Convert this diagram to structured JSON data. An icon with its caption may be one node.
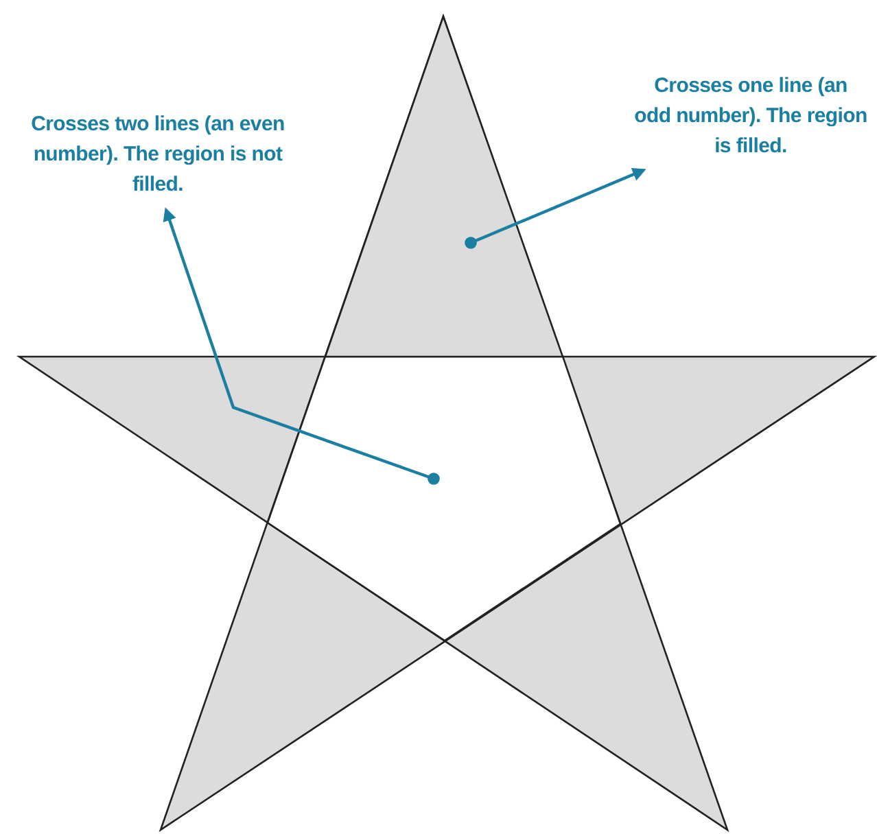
{
  "diagram": {
    "nodes": [
      {
        "text": [
          "Crosses two lines (an even number). The region is not filled."
        ]
      },
      {
        "text": [
          "Crosses one line (an odd number). The region is filled."
        ]
      },
      {
        "text": [],
        "shape": "pentagon"
      },
      {
        "text": [],
        "shape": "triangle"
      }
    ],
    "edges": [
      {
        "from": 2,
        "to": 0,
        "arrow": "to"
      },
      {
        "from": 3,
        "to": 1,
        "arrow": "to"
      }
    ]
  }
}
